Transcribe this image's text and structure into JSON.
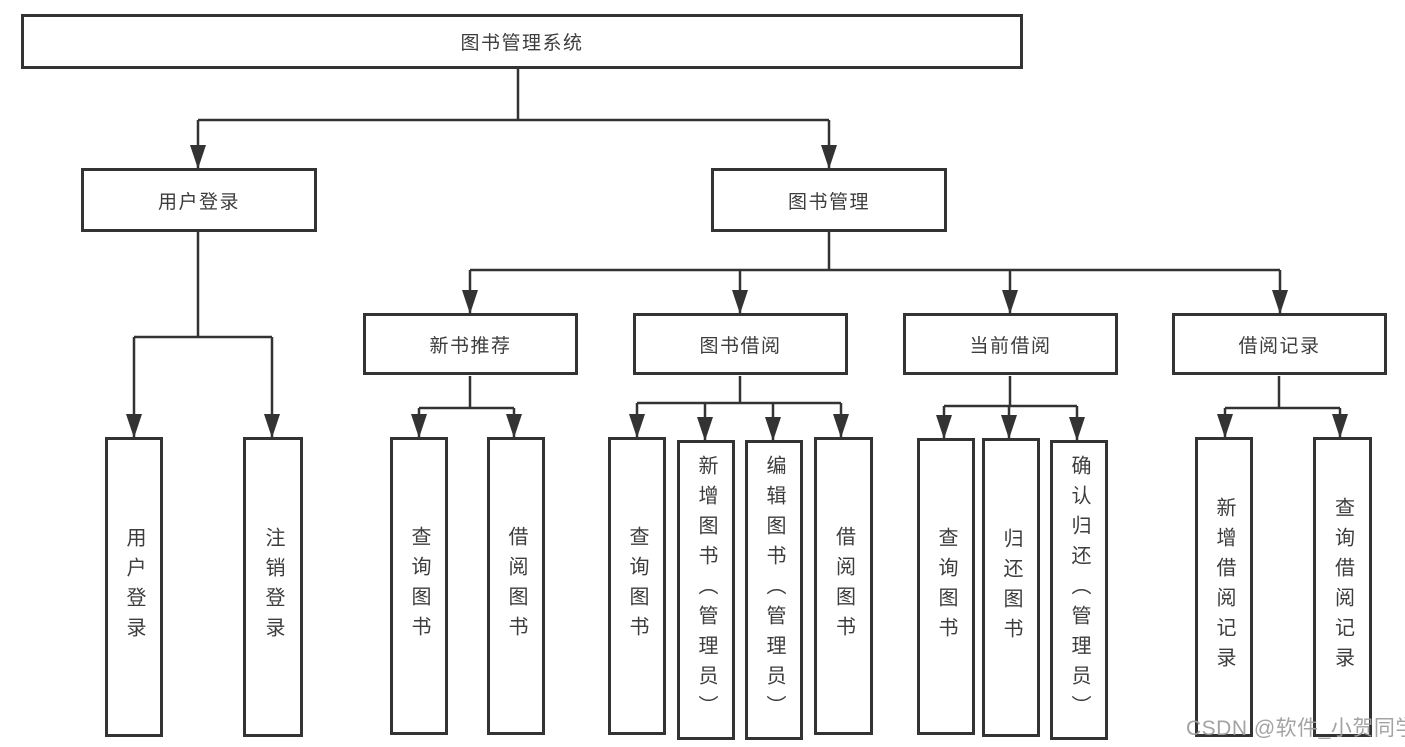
{
  "diagram": {
    "type": "tree",
    "nodes": {
      "root": {
        "label": "图书管理系统"
      },
      "user_login": {
        "label": "用户登录"
      },
      "book_mgmt": {
        "label": "图书管理"
      },
      "login": {
        "label": "用户登录"
      },
      "logout": {
        "label": "注销登录"
      },
      "new_books": {
        "label": "新书推荐"
      },
      "book_borrow": {
        "label": "图书借阅"
      },
      "current_borrow": {
        "label": "当前借阅"
      },
      "borrow_records": {
        "label": "借阅记录"
      },
      "nb_query": {
        "label": "查询图书"
      },
      "nb_borrow": {
        "label": "借阅图书"
      },
      "bb_query": {
        "label": "查询图书"
      },
      "bb_add": {
        "label": "新增图书（管理员）"
      },
      "bb_edit": {
        "label": "编辑图书（管理员）"
      },
      "bb_borrow": {
        "label": "借阅图书"
      },
      "cb_query": {
        "label": "查询图书"
      },
      "cb_return": {
        "label": "归还图书"
      },
      "cb_confirm": {
        "label": "确认归还（管理员）"
      },
      "br_add": {
        "label": "新增借阅记录"
      },
      "br_query": {
        "label": "查询借阅记录"
      }
    },
    "hierarchy": {
      "root": [
        "user_login",
        "book_mgmt"
      ],
      "user_login": [
        "login",
        "logout"
      ],
      "book_mgmt": [
        "new_books",
        "book_borrow",
        "current_borrow",
        "borrow_records"
      ],
      "new_books": [
        "nb_query",
        "nb_borrow"
      ],
      "book_borrow": [
        "bb_query",
        "bb_add",
        "bb_edit",
        "bb_borrow"
      ],
      "current_borrow": [
        "cb_query",
        "cb_return",
        "cb_confirm"
      ],
      "borrow_records": [
        "br_add",
        "br_query"
      ]
    },
    "colors": {
      "line": "#333333",
      "box_border": "#333333",
      "box_fill": "#ffffff",
      "text": "#3d3d3d",
      "background": "#ffffff"
    }
  },
  "watermark": {
    "text": "CSDN @软件_小贺同学",
    "color": "#9e9e9e"
  }
}
